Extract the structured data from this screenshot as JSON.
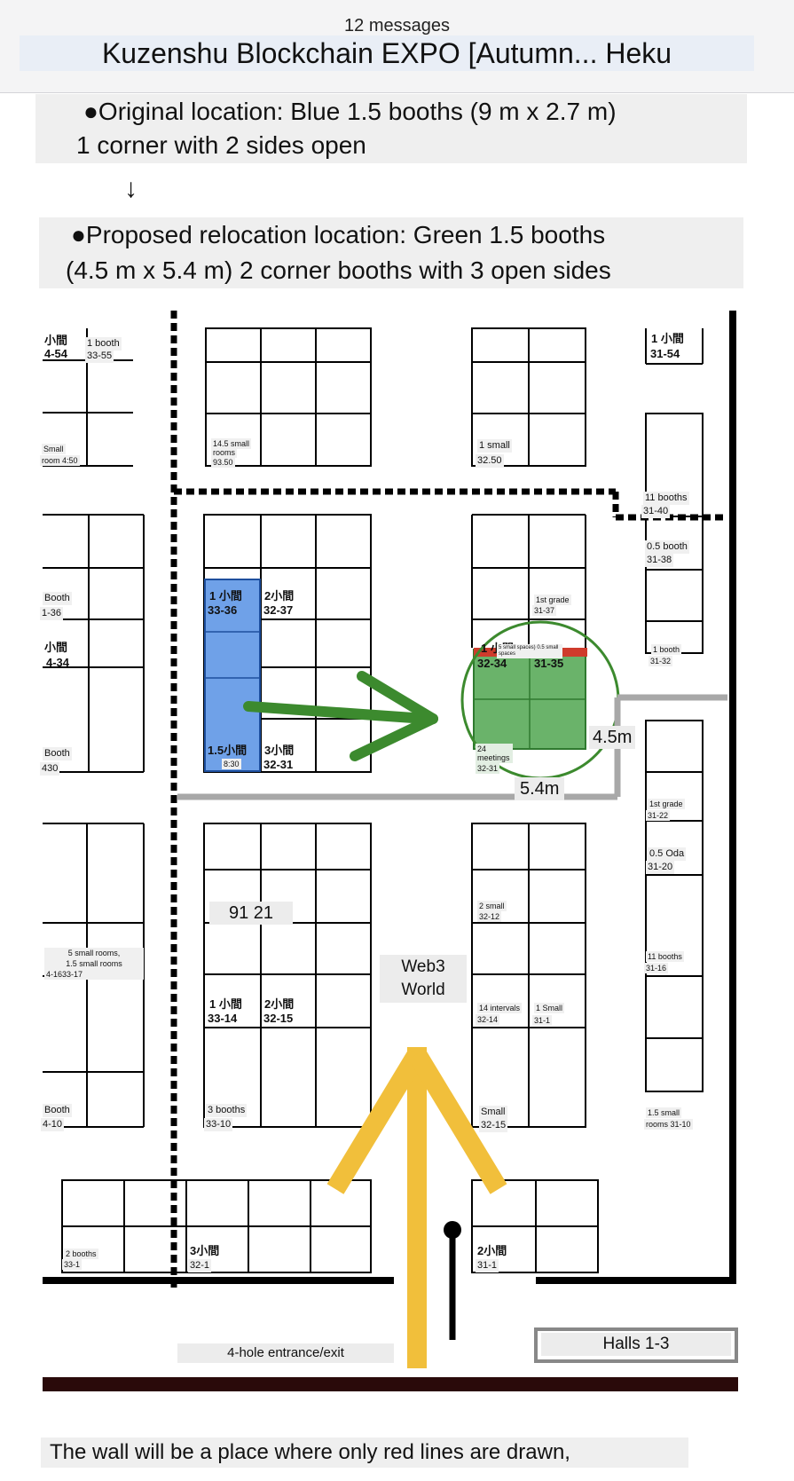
{
  "header": {
    "message_count": "12 messages",
    "title": "Kuzenshu Blockchain EXPO [Autumn... Heku"
  },
  "notes": {
    "original_line1": "●Original location: Blue 1.5 booths (9 m x 2.7 m)",
    "original_line2": "1 corner with 2 sides open",
    "arrow": "↓",
    "proposed_line1": "●Proposed relocation location: Green 1.5 booths",
    "proposed_line2": "(4.5 m x 5.4 m) 2 corner booths with 3 open sides",
    "footer": "The wall will be a place where only red lines are drawn,"
  },
  "colors": {
    "blue_booth": "#6fa1e8",
    "green_booth": "#6ab36a",
    "red_wall": "#cf3b2c",
    "green_arrow": "#3c8a2e",
    "yellow_arrow": "#f1bf3b",
    "floor_bar": "#2a0a0a"
  },
  "floorplan": {
    "labels": {
      "l1": "小間",
      "l2": "4-54",
      "l3": "1 booth",
      "l4": "33-55",
      "l5": "Small",
      "l6": "room 4:50",
      "l7": "14.5 small",
      "l8": "rooms",
      "l9": "93.50",
      "l10": "1 small",
      "l11": "32.50",
      "l12": "1 小間",
      "l13": "31-54",
      "l14": "11 booths",
      "l15": "31-40",
      "l16": "0.5 booth",
      "l17": "31-38",
      "l18": "Booth",
      "l19": "1-36",
      "l20": "小間",
      "l21": "4-34",
      "l22": "1 小間",
      "l23": "33-36",
      "l24": "2小間",
      "l25": "32-37",
      "l26": "1st grade",
      "l27": "31-37",
      "l28": "1 小間",
      "l29": "32-34",
      "l30": "5 small spaces) 0.5 small spaces",
      "l31": "31-35",
      "l32": "1 booth",
      "l33": "31-32",
      "l34": "Booth",
      "l35": "430",
      "l36": "1.5小間",
      "l37": "8:30",
      "l38": "3小間",
      "l39": "32-31",
      "l40": "24 meetings",
      "l41": "32-31",
      "l42": "4.5m",
      "l43": "5.4m",
      "l44": "1st grade",
      "l45": "31-22",
      "l46": "0.5 Oda",
      "l47": "31-20",
      "l48": "91 21",
      "l49": "2 small",
      "l50": "32-12",
      "l51": "5 small rooms,",
      "l52": "1.5 small rooms",
      "l53": "4-1633-17",
      "l54": "Web3",
      "l55": "World",
      "l56": "11 booths",
      "l57": "31-16",
      "l58": "1 小間",
      "l59": "33-14",
      "l60": "2小間",
      "l61": "32-15",
      "l62": "14 intervals",
      "l63": "32-14",
      "l64": "1 Small",
      "l65": "31-1",
      "l66": "Booth",
      "l67": "4-10",
      "l68": "3 booths",
      "l69": "33-10",
      "l70": "Small",
      "l71": "32-15",
      "l72": "1.5 small",
      "l73": "rooms 31-10",
      "l74": "2 booths",
      "l75": "33-1",
      "l76": "3小間",
      "l77": "32-1",
      "l78": "2小間",
      "l79": "31-1",
      "l80": "4-hole entrance/exit",
      "l81": "Halls 1-3"
    }
  }
}
